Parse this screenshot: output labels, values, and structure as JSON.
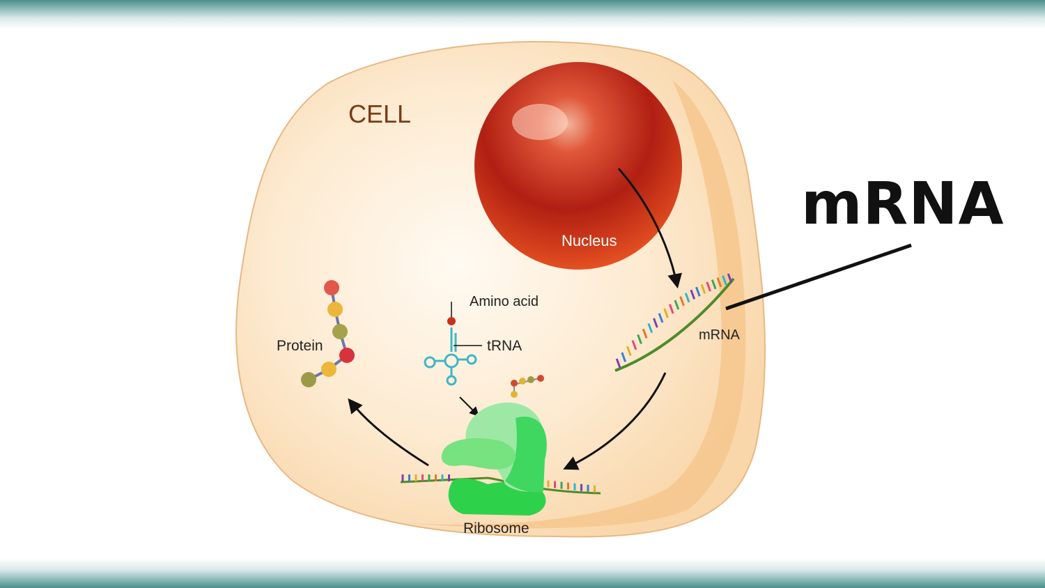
{
  "labels": {
    "cell": "CELL",
    "nucleus": "Nucleus",
    "mrna_small": "mRNA",
    "amino_acid": "Amino acid",
    "trna": "tRNA",
    "protein": "Protein",
    "ribosome": "Ribosome"
  },
  "headline": "mRNA",
  "colors": {
    "band": "#4a8e8b",
    "cytoplasm": "#fde6c8",
    "nucleus": "#c8321a",
    "ribosome": "#3ecf56",
    "trna": "#3fb6c6",
    "cell_label": "#7a3a16"
  }
}
